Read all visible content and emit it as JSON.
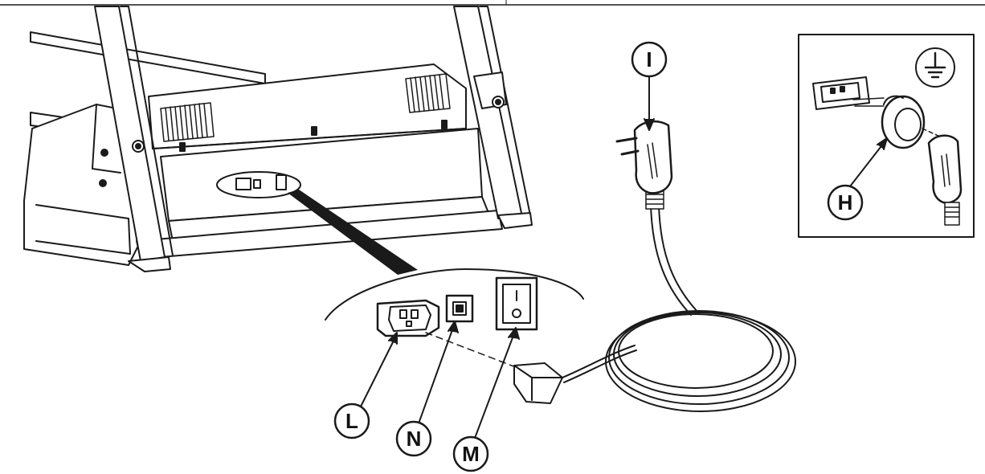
{
  "callouts": {
    "L": "L",
    "N": "N",
    "M": "M",
    "I": "I",
    "H": "H"
  },
  "icons": {
    "ground": "ground-symbol-icon"
  },
  "colors": {
    "line": "#1a1a1a",
    "background": "#ffffff"
  }
}
